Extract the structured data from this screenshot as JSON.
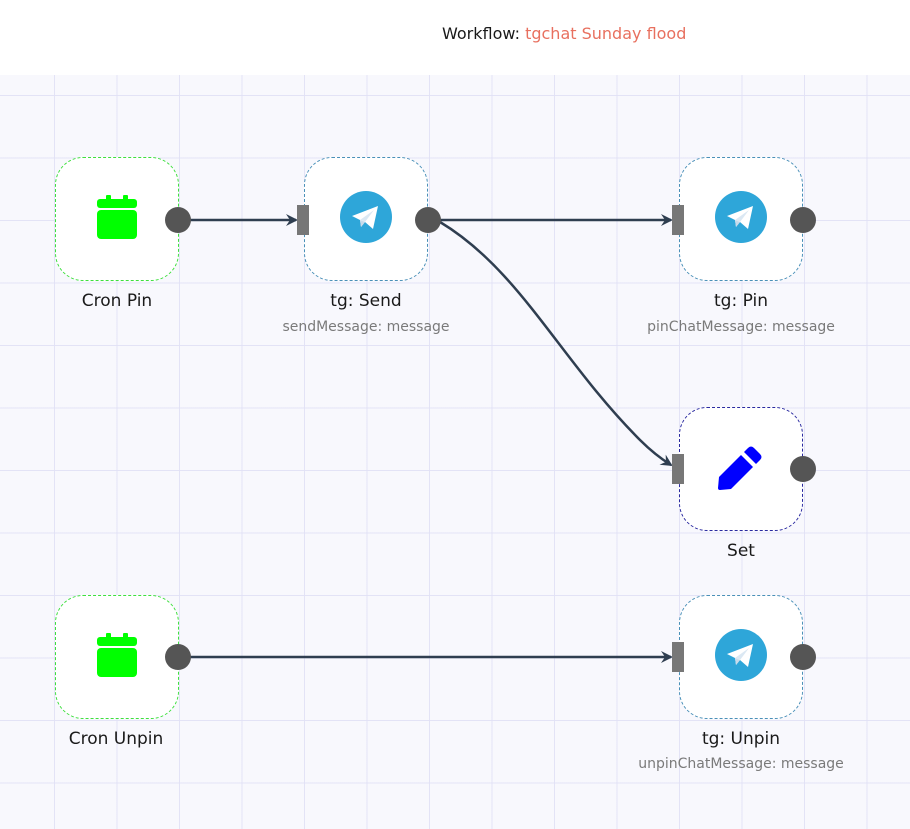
{
  "header": {
    "prefix": "Workflow:",
    "workflow_name": "tgchat Sunday flood",
    "name_color": "#e8705f"
  },
  "nodes": [
    {
      "id": "cron-pin",
      "name": "Cron Pin",
      "subtitle": "",
      "type": "cron",
      "icon": "calendar-icon",
      "color": "#00ff00"
    },
    {
      "id": "tg-send",
      "name": "tg: Send",
      "subtitle": "sendMessage: message",
      "type": "telegram",
      "icon": "telegram-icon",
      "color": "#2ea6d9"
    },
    {
      "id": "tg-pin",
      "name": "tg: Pin",
      "subtitle": "pinChatMessage: message",
      "type": "telegram",
      "icon": "telegram-icon",
      "color": "#2ea6d9"
    },
    {
      "id": "set",
      "name": "Set",
      "subtitle": "",
      "type": "set",
      "icon": "pencil-icon",
      "color": "#0000ff"
    },
    {
      "id": "cron-unpin",
      "name": "Cron Unpin",
      "subtitle": "",
      "type": "cron",
      "icon": "calendar-icon",
      "color": "#00ff00"
    },
    {
      "id": "tg-unpin",
      "name": "tg: Unpin",
      "subtitle": "unpinChatMessage: message",
      "type": "telegram",
      "icon": "telegram-icon",
      "color": "#2ea6d9"
    }
  ],
  "connections": [
    {
      "from": "Cron Pin",
      "to": "tg: Send"
    },
    {
      "from": "tg: Send",
      "to": "tg: Pin"
    },
    {
      "from": "tg: Send",
      "to": "Set"
    },
    {
      "from": "Cron Unpin",
      "to": "tg: Unpin"
    }
  ]
}
